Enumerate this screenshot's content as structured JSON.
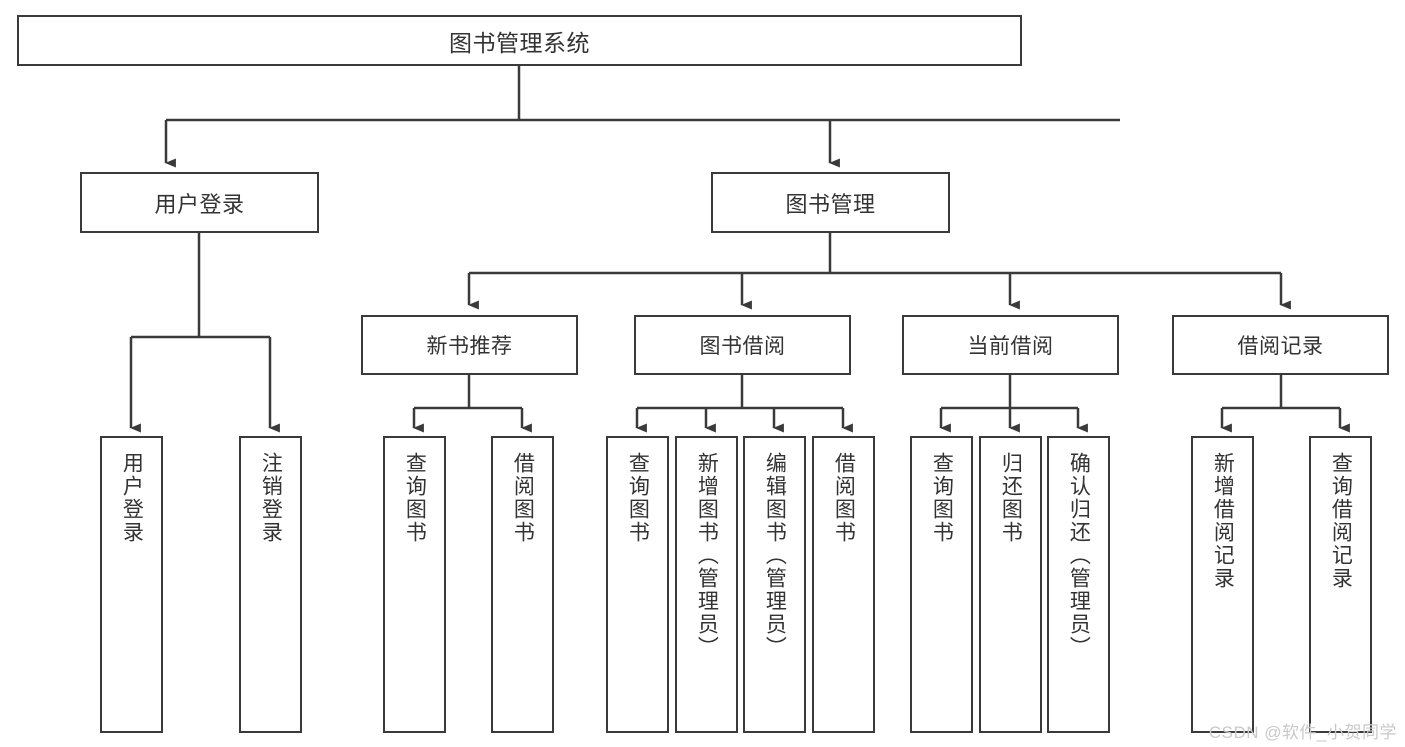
{
  "diagram": {
    "type": "tree-hierarchy",
    "title": "图书管理系统",
    "root": {
      "id": "root",
      "label": "图书管理系统"
    },
    "level1": [
      {
        "id": "user-login",
        "label": "用户登录"
      },
      {
        "id": "book-management",
        "label": "图书管理"
      }
    ],
    "level2": [
      {
        "id": "new-book-recommend",
        "label": "新书推荐",
        "parent": "book-management"
      },
      {
        "id": "book-borrow",
        "label": "图书借阅",
        "parent": "book-management"
      },
      {
        "id": "current-borrow",
        "label": "当前借阅",
        "parent": "book-management"
      },
      {
        "id": "borrow-record",
        "label": "借阅记录",
        "parent": "book-management"
      }
    ],
    "leaves": {
      "user_login": [
        {
          "id": "leaf-user-login",
          "label": "用户登录"
        },
        {
          "id": "leaf-logout",
          "label": "注销登录"
        }
      ],
      "new_book_recommend": [
        {
          "id": "leaf-query-book-1",
          "label": "查询图书"
        },
        {
          "id": "leaf-borrow-book-1",
          "label": "借阅图书"
        }
      ],
      "book_borrow": [
        {
          "id": "leaf-query-book-2",
          "label": "查询图书"
        },
        {
          "id": "leaf-add-book",
          "label": "新增图书（管理员）"
        },
        {
          "id": "leaf-edit-book",
          "label": "编辑图书（管理员）"
        },
        {
          "id": "leaf-borrow-book-2",
          "label": "借阅图书"
        }
      ],
      "current_borrow": [
        {
          "id": "leaf-query-book-3",
          "label": "查询图书"
        },
        {
          "id": "leaf-return-book",
          "label": "归还图书"
        },
        {
          "id": "leaf-confirm-return",
          "label": "确认归还（管理员）"
        }
      ],
      "borrow_record": [
        {
          "id": "leaf-add-record",
          "label": "新增借阅记录"
        },
        {
          "id": "leaf-query-record",
          "label": "查询借阅记录"
        }
      ]
    }
  },
  "watermark": {
    "text": "CSDN @软件_小贺同学"
  },
  "colors": {
    "stroke": "#3a3a3a",
    "text": "#333333",
    "background": "#ffffff",
    "watermark": "#c9c9c9"
  }
}
